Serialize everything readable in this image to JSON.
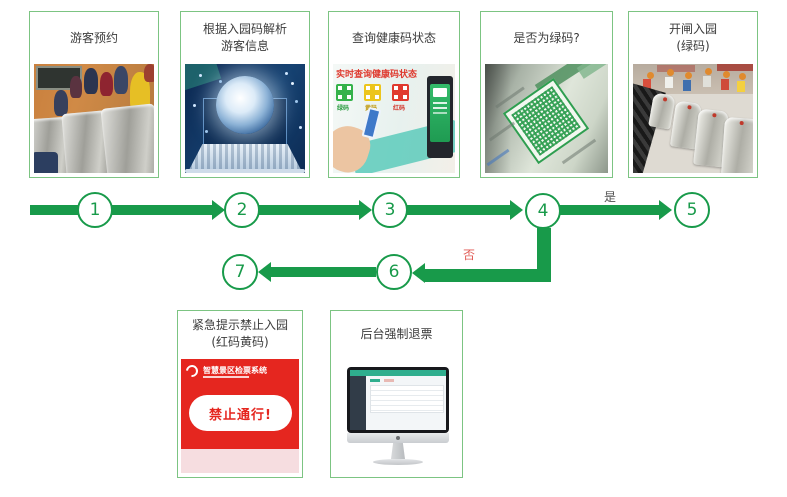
{
  "steps": [
    {
      "line1": "游客预约",
      "line2": ""
    },
    {
      "line1": "根据入园码解析",
      "line2": "游客信息"
    },
    {
      "line1": "查询健康码状态",
      "line2": ""
    },
    {
      "line1": "是否为绿码?",
      "line2": ""
    },
    {
      "line1": "开闸入园",
      "line2": "(绿码)"
    }
  ],
  "bottom": [
    {
      "line1": "紧急提示禁止入园",
      "line2": "(红码黄码)"
    },
    {
      "line1": "后台强制退票",
      "line2": ""
    }
  ],
  "circles": {
    "c1": "1",
    "c2": "2",
    "c3": "3",
    "c4": "4",
    "c5": "5",
    "c6": "6",
    "c7": "7"
  },
  "branch": {
    "yes": "是",
    "no": "否"
  },
  "embedded": {
    "scan_banner": "实时查询健康码状态",
    "code_green": "绿码",
    "code_yellow": "黄码",
    "code_red": "红码",
    "system_logo": "智慧景区检票系统",
    "forbid": "禁止通行!"
  },
  "colors": {
    "flow_green": "#189a4a",
    "box_border_green": "#7cc482",
    "no_label_red": "#e05a54",
    "forbid_red": "#e5261f",
    "qr_green": "#35b24a",
    "qr_yellow": "#ecc51c",
    "qr_red": "#e0392e"
  }
}
